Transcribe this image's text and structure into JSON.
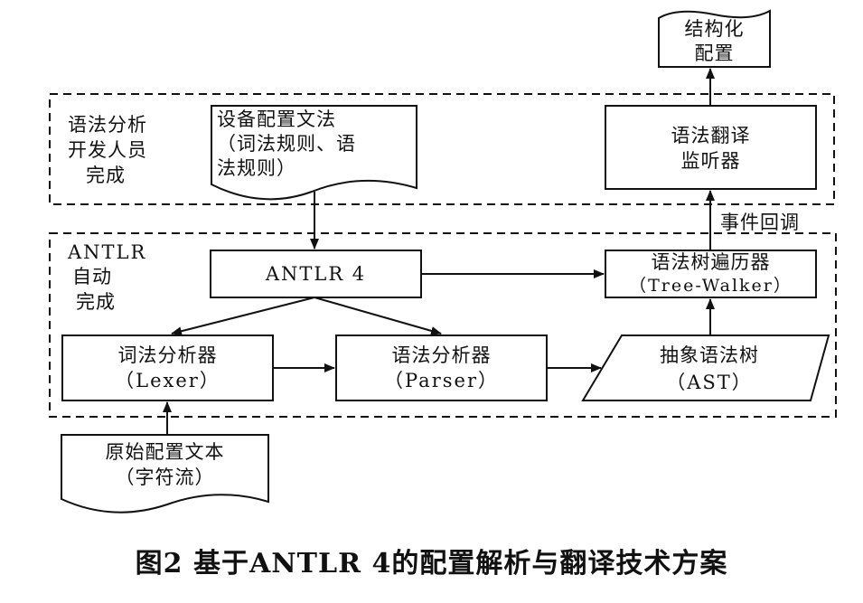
{
  "group_top": {
    "label_lines": [
      "语法分析",
      "开发人员",
      "完成"
    ]
  },
  "group_bottom": {
    "label_lines": [
      "ANTLR",
      "自动",
      "完成"
    ]
  },
  "nodes": {
    "structured_config": {
      "lines": [
        "结构化",
        "配置"
      ]
    },
    "grammar_doc": {
      "lines": [
        "设备配置文法",
        "（词法规则、语",
        "法规则）"
      ]
    },
    "translate_listener": {
      "lines": [
        "语法翻译",
        "监听器"
      ]
    },
    "antlr4": {
      "lines": [
        "ANTLR 4"
      ]
    },
    "tree_walker": {
      "lines": [
        "语法树遍历器",
        "（Tree-Walker）"
      ]
    },
    "lexer": {
      "lines": [
        "词法分析器",
        "（Lexer）"
      ]
    },
    "parser": {
      "lines": [
        "语法分析器",
        "（Parser）"
      ]
    },
    "ast": {
      "lines": [
        "抽象语法树",
        "（AST）"
      ]
    },
    "raw_text": {
      "lines": [
        "原始配置文本",
        "（字符流）"
      ]
    }
  },
  "edges": {
    "event_callback_label": "事件回调"
  },
  "caption": "图2  基于ANTLR 4的配置解析与翻译技术方案"
}
